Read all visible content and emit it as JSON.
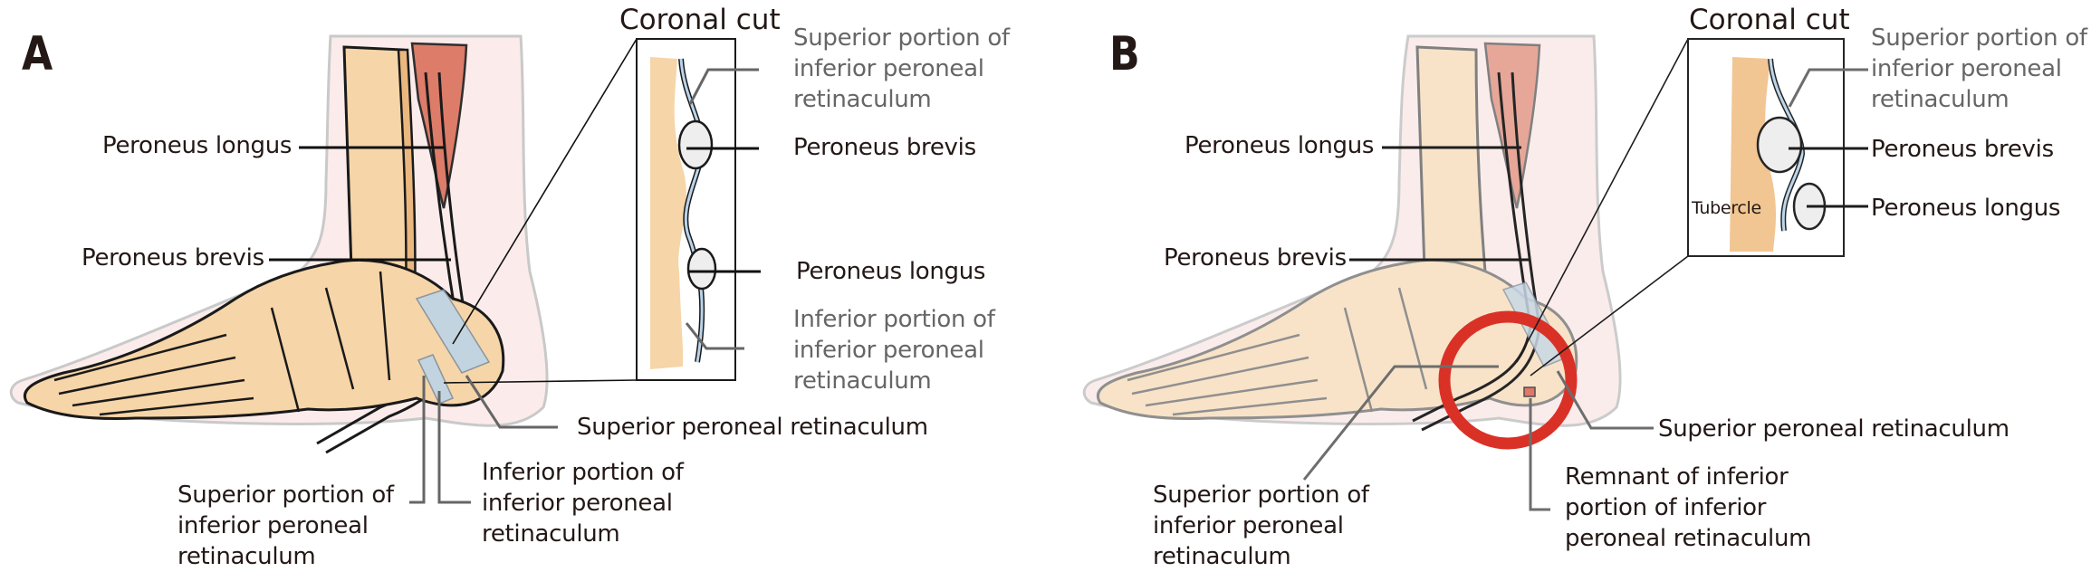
{
  "figure": {
    "colors": {
      "bone": "#f6d5a8",
      "bone_dark": "#eab77e",
      "muscle": "#d9705c",
      "skin": "#fbeceb",
      "retinaculum": "#b9d4ea",
      "tendon": "#ffffff",
      "highlight_ring": "#d9261c",
      "label_dark": "#231815",
      "label_gray": "#666666"
    },
    "panels": [
      {
        "letter": "A",
        "coronal_title": "Coronal cut",
        "labels": {
          "peroneus_longus": "Peroneus longus",
          "peroneus_brevis": "Peroneus brevis",
          "inset_superior_portion": [
            "Superior portion of",
            "inferior peroneal",
            "retinaculum"
          ],
          "inset_peroneus_brevis": "Peroneus brevis",
          "inset_peroneus_longus": "Peroneus longus",
          "inset_inferior_portion": [
            "Inferior portion of",
            "inferior peroneal",
            "retinaculum"
          ],
          "superior_peroneal_retinaculum": "Superior peroneal retinaculum",
          "foot_superior_portion": [
            "Superior portion of",
            "inferior peroneal",
            "retinaculum"
          ],
          "foot_inferior_portion": [
            "Inferior portion of",
            "inferior peroneal",
            "retinaculum"
          ]
        }
      },
      {
        "letter": "B",
        "coronal_title": "Coronal cut",
        "labels": {
          "peroneus_longus": "Peroneus longus",
          "peroneus_brevis": "Peroneus brevis",
          "inset_superior_portion": [
            "Superior portion of",
            "inferior peroneal",
            "retinaculum"
          ],
          "inset_peroneus_brevis": "Peroneus brevis",
          "inset_peroneus_longus": "Peroneus longus",
          "inset_tubercle": "Tubercle",
          "superior_peroneal_retinaculum": "Superior peroneal retinaculum",
          "foot_superior_portion": [
            "Superior portion of",
            "inferior peroneal",
            "retinaculum"
          ],
          "remnant_inferior_portion": [
            "Remnant of inferior",
            "portion of inferior",
            "peroneal retinaculum"
          ]
        }
      }
    ]
  }
}
